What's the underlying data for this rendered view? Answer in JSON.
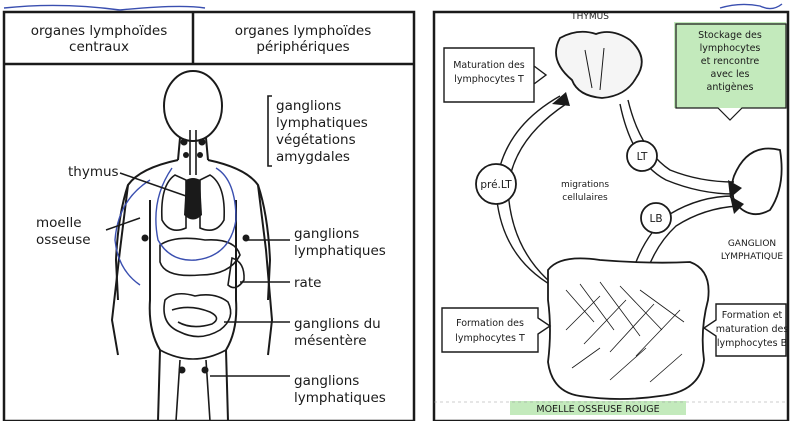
{
  "left_panel": {
    "header_left": [
      "organes lymphoïdes",
      "centraux"
    ],
    "header_right": [
      "organes lymphoïdes",
      "périphériques"
    ],
    "labels": {
      "ganglions_top": [
        "ganglions",
        "lymphatiques",
        "végétations",
        "amygdales"
      ],
      "thymus": "thymus",
      "moelle": [
        "moelle",
        "osseuse"
      ],
      "ganglions_mid": [
        "ganglions",
        "lymphatiques"
      ],
      "rate": "rate",
      "mesentere": [
        "ganglions du",
        "mésentère"
      ],
      "ganglions_bottom": [
        "ganglions",
        "lymphatiques"
      ]
    }
  },
  "right_panel": {
    "thymus": "THYMUS",
    "maturation": [
      "Maturation des",
      "lymphocytes T"
    ],
    "stockage": [
      "Stockage des",
      "lymphocytes",
      "et rencontre",
      "avec les",
      "antigènes"
    ],
    "pre_lt": "pré.LT",
    "lt": "LT",
    "lb": "LB",
    "migrations": [
      "migrations",
      "cellulaires"
    ],
    "ganglion": [
      "GANGLION",
      "LYMPHATIQUE"
    ],
    "formation_t": [
      "Formation des",
      "lymphocytes T"
    ],
    "formation_b": [
      "Formation et",
      "maturation des",
      "lymphocytes B"
    ],
    "moelle": "MOELLE OSSEUSE ROUGE"
  },
  "colors": {
    "ink": "#1a1a1a",
    "highlight_green": "#b8e6b0",
    "handwriting_blue": "#3a4fb0"
  }
}
